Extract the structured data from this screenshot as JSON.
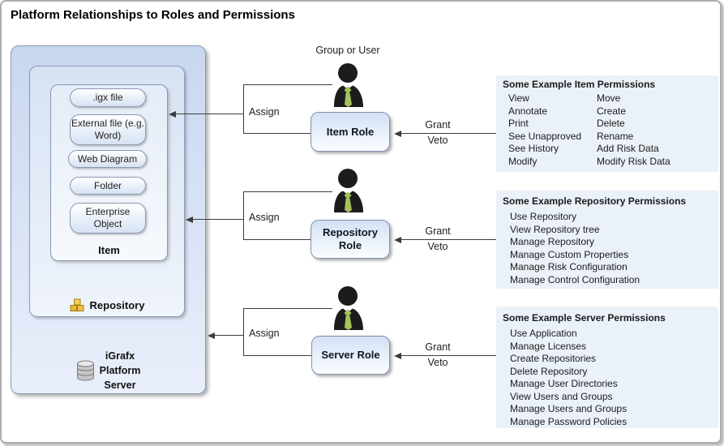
{
  "title": "Platform Relationships to Roles and Permissions",
  "left": {
    "items": [
      ".igx file",
      "External file (e.g. Word)",
      "Web Diagram",
      "Folder",
      "Enterprise Object"
    ],
    "item_label": "Item",
    "repository_label": "Repository",
    "server_lines": [
      "iGrafx",
      "Platform",
      "Server"
    ]
  },
  "middle": {
    "group_or_user": "Group or User",
    "roles": [
      "Item Role",
      "Repository Role",
      "Server Role"
    ],
    "assign": "Assign",
    "grant": "Grant",
    "veto": "Veto"
  },
  "panels": [
    {
      "header": "Some Example Item Permissions",
      "col1": [
        "View",
        "Annotate",
        "Print",
        "See Unapproved",
        "See History",
        "Modify"
      ],
      "col2": [
        "Move",
        "Create",
        "Delete",
        "Rename",
        "Add Risk Data",
        "Modify Risk Data"
      ]
    },
    {
      "header": "Some Example Repository Permissions",
      "items": [
        "Use Repository",
        "View Repository tree",
        "Manage Repository",
        "Manage Custom Properties",
        "Manage Risk Configuration",
        "Manage Control Configuration"
      ]
    },
    {
      "header": "Some Example Server Permissions",
      "items": [
        "Use Application",
        "Manage Licenses",
        "Create Repositories",
        "Delete Repository",
        "Manage User Directories",
        "View Users and Groups",
        "Manage Users and Groups",
        "Manage Password Policies"
      ]
    }
  ],
  "colors": {
    "container_blue_top": "#c8d7f0",
    "container_blue_bottom": "#e9effb",
    "box_border": "#8a9ab4",
    "panel_bg": "#ebf1f9",
    "tie_green": "#a5c25c",
    "cube_gold": "#e8bb35",
    "line": "#3c3c3c"
  }
}
